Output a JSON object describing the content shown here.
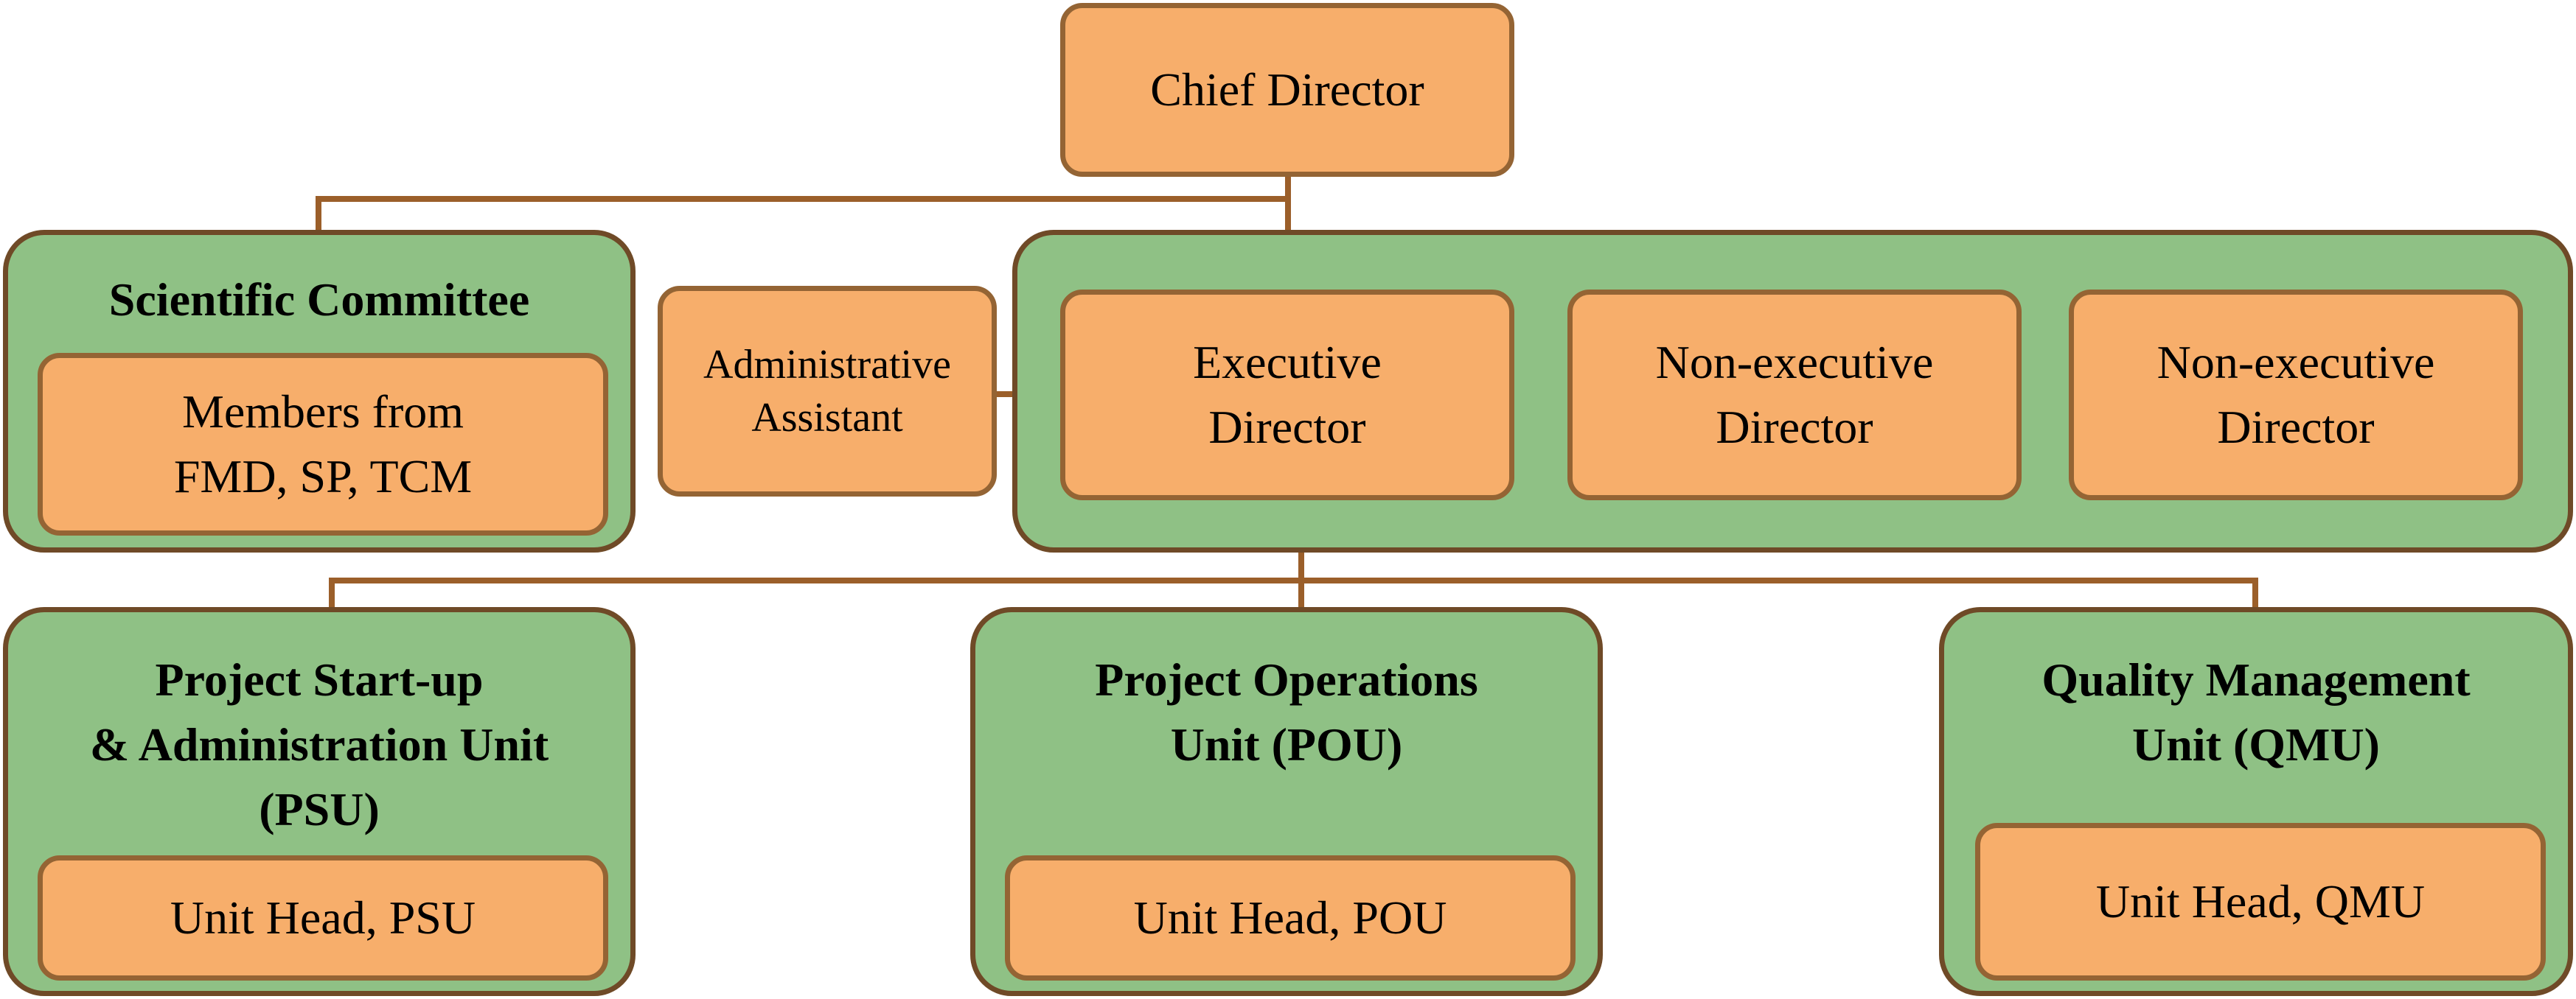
{
  "chief": {
    "label": "Chief Director"
  },
  "scientific_committee": {
    "title": "Scientific Committee",
    "members": "Members from\nFMD, SP, TCM"
  },
  "administrative_assistant": {
    "label": "Administrative\nAssistant"
  },
  "board": {
    "directors": [
      {
        "label": "Executive\nDirector"
      },
      {
        "label": "Non-executive\nDirector"
      },
      {
        "label": "Non-executive\nDirector"
      }
    ]
  },
  "units": [
    {
      "title": "Project Start-up\n& Administration Unit\n(PSU)",
      "head": "Unit Head, PSU"
    },
    {
      "title": "Project Operations\nUnit (POU)",
      "head": "Unit Head, POU"
    },
    {
      "title": "Quality Management\nUnit (QMU)",
      "head": "Unit Head, QMU"
    }
  ],
  "colors": {
    "group_fill": "#8fc185",
    "group_border": "#6f4a27",
    "box_fill": "#f7ae6b",
    "box_border": "#946434",
    "connector": "#9b5f2a"
  }
}
